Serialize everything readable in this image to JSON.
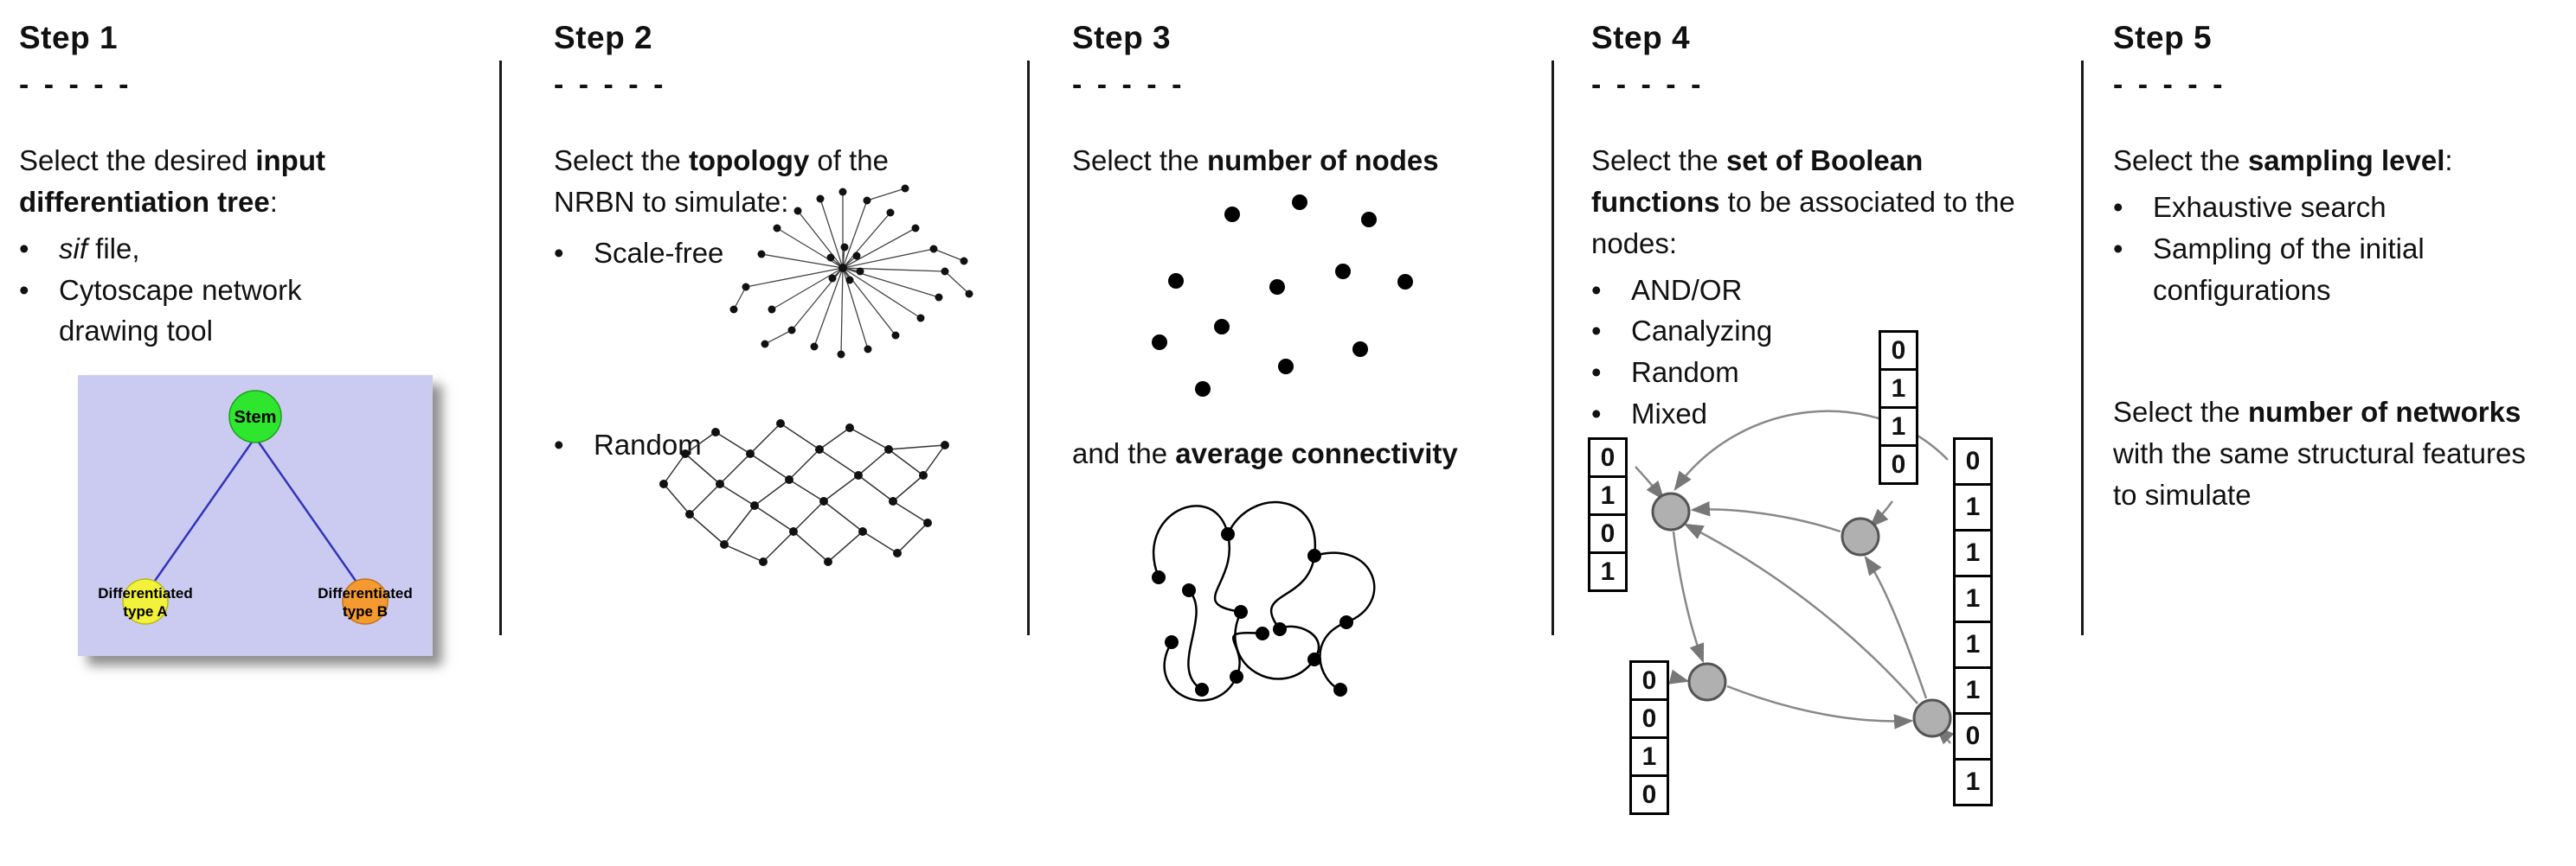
{
  "figure": {
    "steps": [
      {
        "title": "Step 1",
        "dashes": "- - - - -",
        "intro": {
          "pre": "Select the desired ",
          "bold": "input differentiation tree",
          "post": ":"
        },
        "bullets": [
          {
            "italic": "sif",
            "rest": " file,"
          },
          {
            "text": "Cytoscape network drawing tool"
          }
        ],
        "tree": {
          "stem": "Stem",
          "type_a_line1": "Differentiated",
          "type_a_line2": "type A",
          "type_b_line1": "Differentiated",
          "type_b_line2": "type B",
          "colors": {
            "background": "#cbcbf2",
            "stem": "#2ee62e",
            "type_a": "#f2f23a",
            "type_b": "#f59a2e",
            "edge": "#3333bb"
          }
        }
      },
      {
        "title": "Step 2",
        "dashes": "- - - - -",
        "intro": {
          "pre": "Select the ",
          "bold": "topology",
          "post": " of the NRBN to simulate:"
        },
        "bullets": [
          "Scale-free",
          "Random"
        ]
      },
      {
        "title": "Step 3",
        "dashes": "- - - - -",
        "line1": {
          "pre": "Select the ",
          "bold": "number of nodes",
          "post": ""
        },
        "line2": {
          "pre": "and the ",
          "bold": "average connectivity",
          "post": ""
        }
      },
      {
        "title": "Step 4",
        "dashes": "- - - - -",
        "intro": {
          "pre": "Select the ",
          "bold": "set of Boolean functions",
          "post": " to be associated to the nodes:"
        },
        "bullets": [
          "AND/OR",
          "Canalyzing",
          "Random",
          "Mixed"
        ],
        "node_color": "#b0b0b0",
        "truth_tables": {
          "left": [
            "0",
            "1",
            "0",
            "1"
          ],
          "top": [
            "0",
            "1",
            "1",
            "0"
          ],
          "bottom_left": [
            "0",
            "0",
            "1",
            "0"
          ],
          "right": [
            "0",
            "1",
            "1",
            "1",
            "1",
            "1",
            "0",
            "1"
          ]
        }
      },
      {
        "title": "Step 5",
        "dashes": "- - - - -",
        "intro": {
          "pre": "Select the ",
          "bold": "sampling level",
          "post": ":"
        },
        "bullets": [
          "Exhaustive search",
          "Sampling of the initial configurations"
        ],
        "closing": {
          "pre": "Select the ",
          "bold": "number of networks",
          "post": " with the same structural features to simulate"
        }
      }
    ]
  }
}
